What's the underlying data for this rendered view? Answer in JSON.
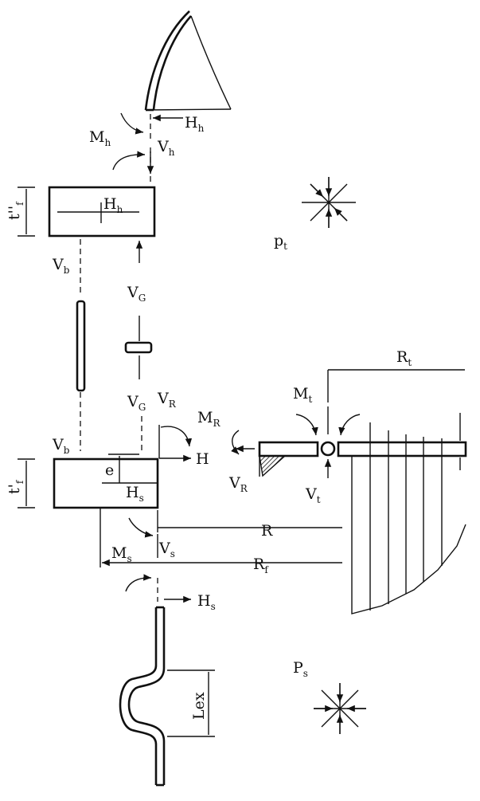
{
  "labels": {
    "Hh_top": "H",
    "Hh_top_sub": "h",
    "Mh": "M",
    "Mh_sub": "h",
    "Vh": "V",
    "Vh_sub": "h",
    "tf2": "t''",
    "tf2_sub": "f",
    "Hh_box": "H",
    "Hh_box_sub": "h",
    "pt": "p",
    "pt_sub": "t",
    "Vb_upper": "V",
    "Vb_upper_sub": "b",
    "VG_upper": "V",
    "VG_upper_sub": "G",
    "VG_lower": "V",
    "VG_lower_sub": "G",
    "VR_mid": "V",
    "VR_mid_sub": "R",
    "Rt": "R",
    "Rt_sub": "t",
    "Mt": "M",
    "Mt_sub": "t",
    "MR": "M",
    "MR_sub": "R",
    "Vb_lower": "V",
    "Vb_lower_sub": "b",
    "H": "H",
    "e": "e",
    "tf1": "t'",
    "tf1_sub": "f",
    "Hs_box": "H",
    "Hs_box_sub": "s",
    "VR_left": "V",
    "VR_left_sub": "R",
    "Vt": "V",
    "Vt_sub": "t",
    "R": "R",
    "Ms": "M",
    "Ms_sub": "s",
    "Vs": "V",
    "Vs_sub": "s",
    "Rf": "R",
    "Rf_sub": "f",
    "Hs_bottom": "H",
    "Hs_bottom_sub": "s",
    "Ps": "P",
    "Ps_sub": "s",
    "Lex": "Lex"
  }
}
